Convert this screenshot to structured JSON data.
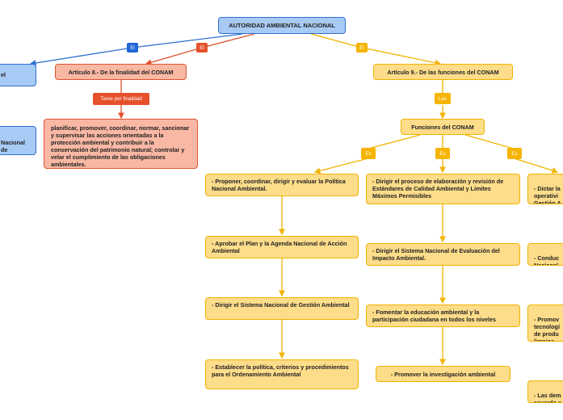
{
  "root": "AUTORIDAD AMBIENTAL NACIONAL",
  "links": {
    "el": "El",
    "tiene": "Tiene por finalidad",
    "las": "Las",
    "es": "Es"
  },
  "left": {
    "title": "el",
    "sub": "Nacional\nde"
  },
  "art8": {
    "title": "Artículo 8.- De la finalidad del CONAM",
    "text": "planificar, promover, coordinar, normar, sancionar y supervisar las acciones orientadas a la protección ambiental y contribuir a la conservación del patrimonio natural; controlar y velar el cumplimiento de las obligaciones ambientales."
  },
  "art9": {
    "title": "Artículo 9.- De las funciones del CONAM",
    "funciones": "Funciones del  CONAM"
  },
  "col1": [
    "- Proponer, coordinar, dirigir y evaluar la Política Nacional Ambiental.",
    "- Aprobar el Plan y la Agenda Nacional de Acción Ambiental",
    "- Dirigir el Sistema Nacional de Gestión Ambiental",
    "- Establecer la política, criterios y procedimientos para el Ordenamiento Ambiental"
  ],
  "col2": [
    "- Dirigir el proceso de elaboración y revisión de Estándares de Calidad Ambiental  y Límites Máximos Permisibles",
    "- Dirigir el Sistema Nacional de Evaluación del Impacto Ambiental.",
    "- Fomentar la educación ambiental y la participación ciudadana en todos los niveles",
    "- Promover la investigación ambiental"
  ],
  "col3": [
    "- Dictar la\noperativi\nGestión A",
    "- Conduc\nNacional",
    "- Promov\ntecnologí\nde produ\nlimpios",
    "- Las dem\nacuerdo a"
  ],
  "colors": {
    "blue": "#2f6fd0",
    "red": "#e05330",
    "yellow": "#f0b400"
  }
}
